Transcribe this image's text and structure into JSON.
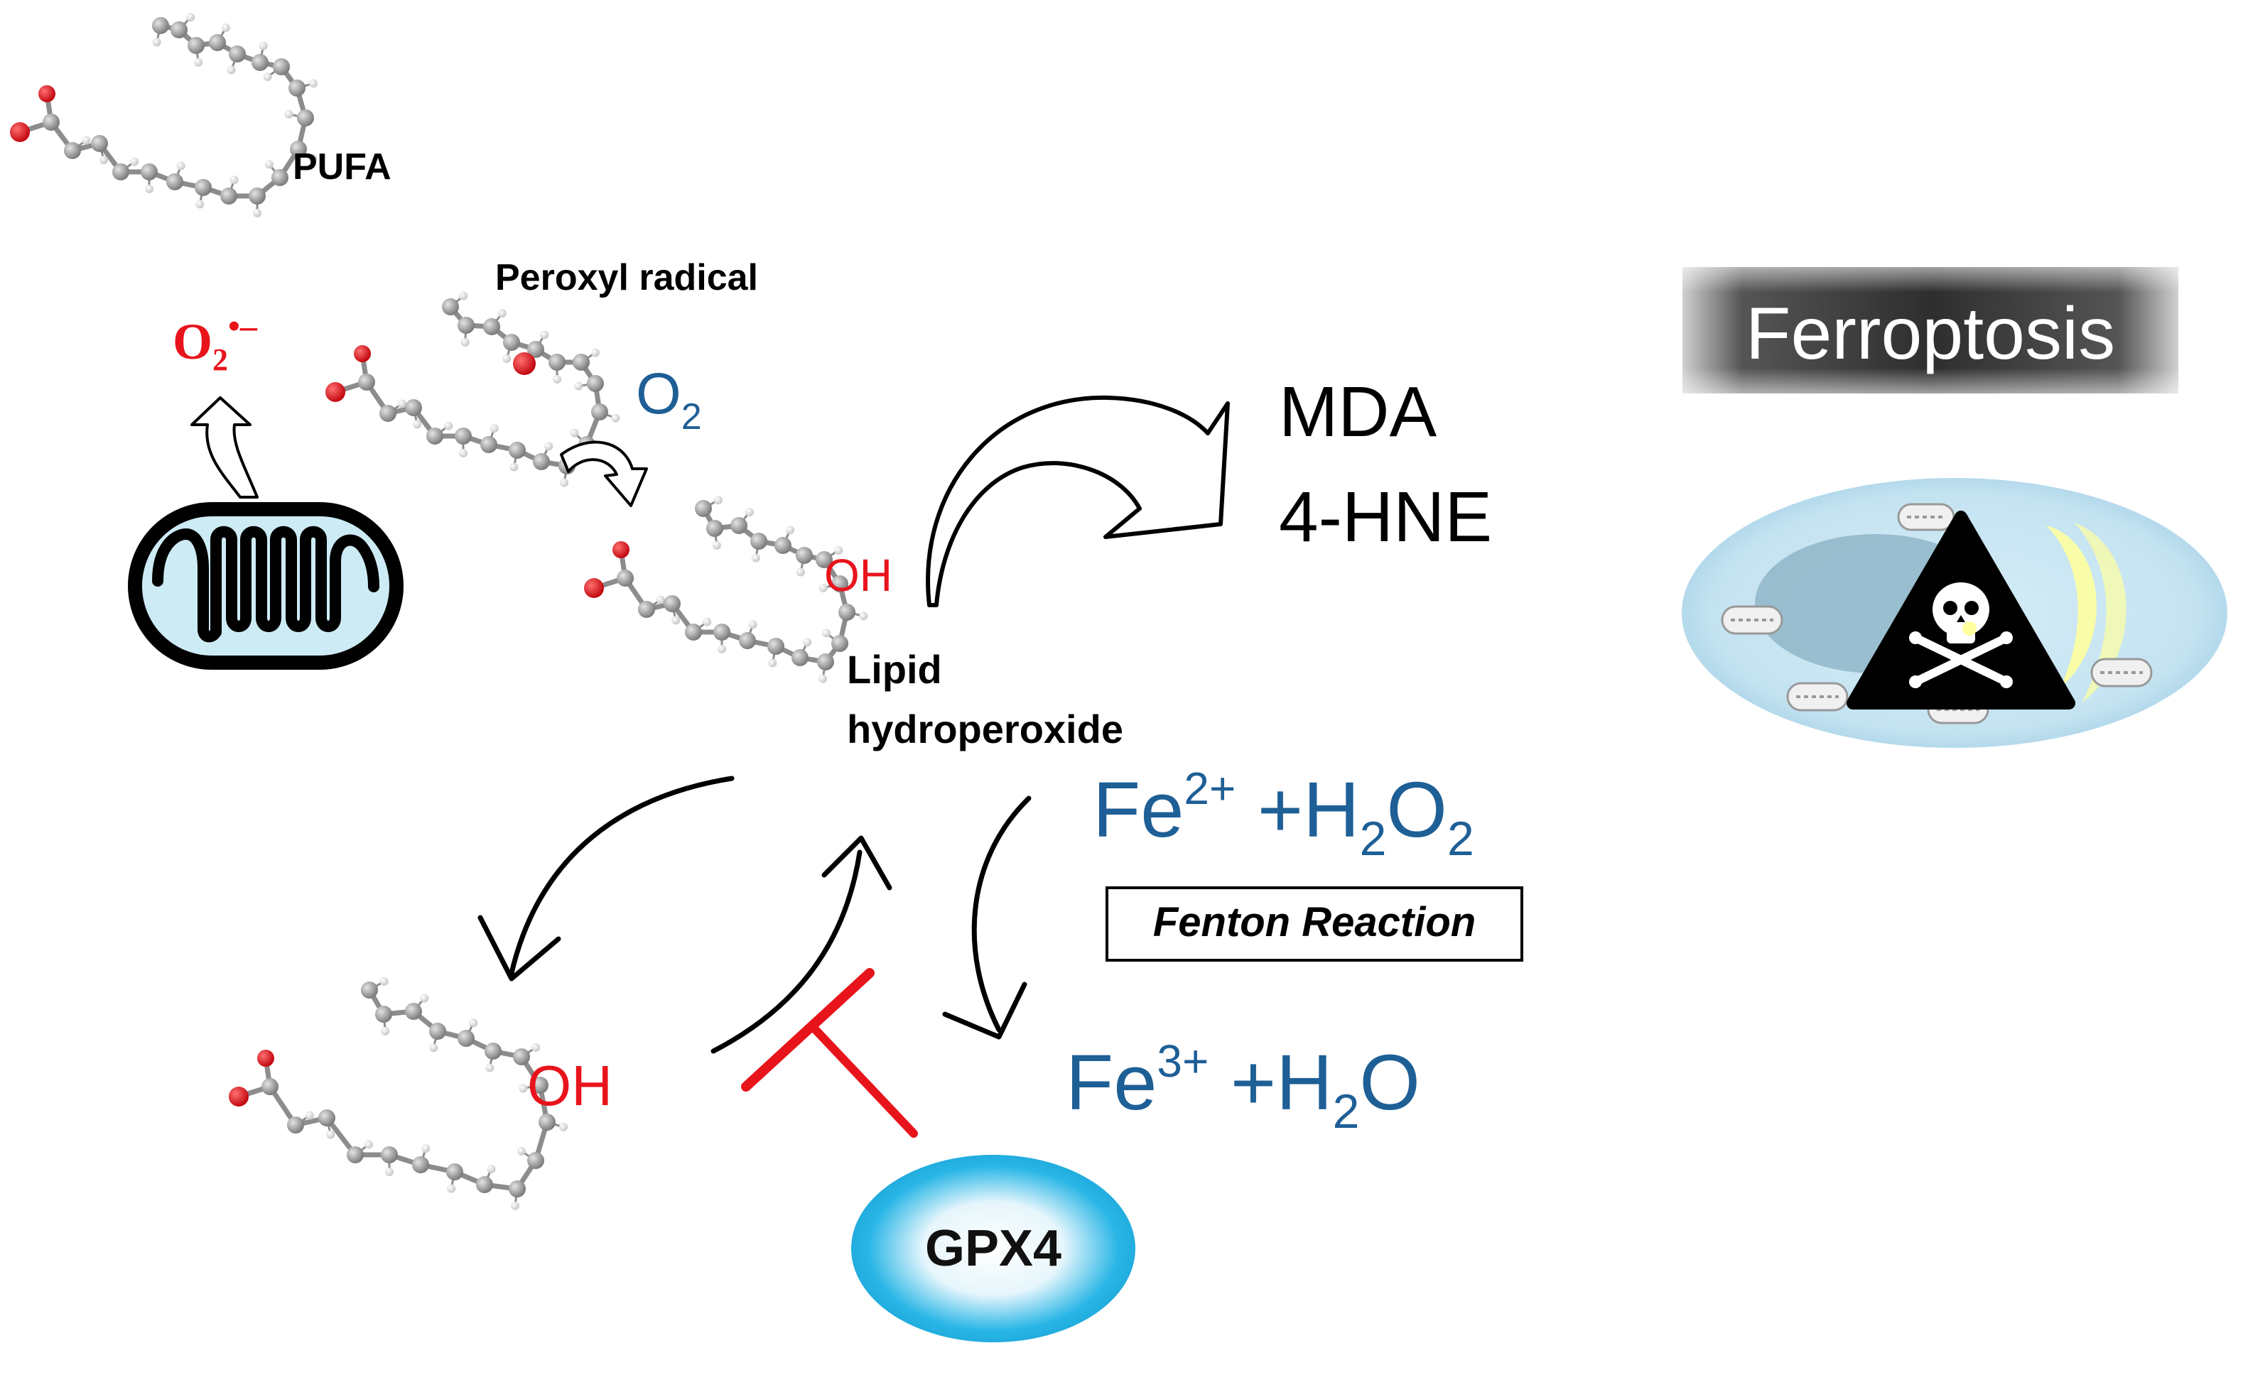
{
  "labels": {
    "pufa": "PUFA",
    "peroxyl_radical": "Peroxyl radical",
    "superoxide_base": "O",
    "superoxide_sub": "2",
    "superoxide_sup": "•–",
    "oxygen_base": "O",
    "oxygen_sub": "2",
    "oh_upper": "OH",
    "oh_lower": "OH",
    "lipid_hydroperoxide_line1": "Lipid",
    "lipid_hydroperoxide_line2": "hydroperoxide",
    "mda": "MDA",
    "hne": "4-HNE",
    "ferroptosis": "Ferroptosis",
    "fenton_reaction": "Fenton Reaction",
    "gpx4": "GPX4",
    "fe2": {
      "fe": "Fe",
      "charge": "2+",
      "plus_h": " +H",
      "sub1": "2",
      "o": "O",
      "sub2": "2"
    },
    "fe3": {
      "fe": "Fe",
      "charge": "3+",
      "plus_h": " +H",
      "sub1": "2",
      "o": "O"
    }
  },
  "colors": {
    "red": "#e8141c",
    "blue": "#1e5f96",
    "black": "#000000",
    "gpx4_fill": "#29b6e6",
    "cell_fill": "#c9e6f2",
    "nucleus_fill": "#8fb6c8",
    "mito_fill": "#cdebf5",
    "atom_carbon": "#9a9a9a",
    "atom_oxygen": "#e0141a",
    "atom_hydrogen": "#ececec",
    "banner_dark": "#3a3a3a"
  },
  "icons": [
    "mitochondrion-icon",
    "skull-crossbones-icon",
    "cell-icon",
    "inhibition-icon"
  ]
}
